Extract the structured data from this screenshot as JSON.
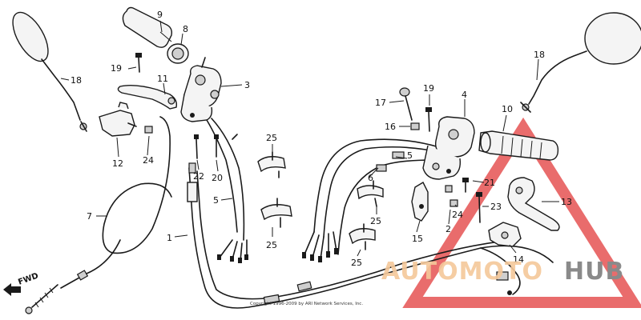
{
  "callouts": [
    {
      "id": "c9",
      "text": "9"
    },
    {
      "id": "c8",
      "text": "8"
    },
    {
      "id": "c19a",
      "text": "19"
    },
    {
      "id": "c18a",
      "text": "18"
    },
    {
      "id": "c11",
      "text": "11"
    },
    {
      "id": "c3",
      "text": "3"
    },
    {
      "id": "c12",
      "text": "12"
    },
    {
      "id": "c24a",
      "text": "24"
    },
    {
      "id": "c22",
      "text": "22"
    },
    {
      "id": "c20",
      "text": "20"
    },
    {
      "id": "c25a",
      "text": "25"
    },
    {
      "id": "c5a",
      "text": "5"
    },
    {
      "id": "c7",
      "text": "7"
    },
    {
      "id": "c1",
      "text": "1"
    },
    {
      "id": "c25b",
      "text": "25"
    },
    {
      "id": "c17",
      "text": "17"
    },
    {
      "id": "c19b",
      "text": "19"
    },
    {
      "id": "c16",
      "text": "16"
    },
    {
      "id": "c4",
      "text": "4"
    },
    {
      "id": "c10",
      "text": "10"
    },
    {
      "id": "c18b",
      "text": "18"
    },
    {
      "id": "c5b",
      "text": "5"
    },
    {
      "id": "c6",
      "text": "6"
    },
    {
      "id": "c21",
      "text": "21"
    },
    {
      "id": "c13",
      "text": "13"
    },
    {
      "id": "c24b",
      "text": "24"
    },
    {
      "id": "c23",
      "text": "23"
    },
    {
      "id": "c25c",
      "text": "25"
    },
    {
      "id": "c15",
      "text": "15"
    },
    {
      "id": "c2",
      "text": "2"
    },
    {
      "id": "c25d",
      "text": "25"
    },
    {
      "id": "c14",
      "text": "14"
    }
  ],
  "direction_label": "FWD",
  "watermark": {
    "part1": "AUTOMOTO",
    "part2": "HUB"
  },
  "copyright": "Copyright 1996-2009 by ARI Network Services, Inc.",
  "colors": {
    "ink": "#1a1a1a",
    "watermark_red": "#e23b3b",
    "watermark_orange": "#f5c89a",
    "watermark_grey": "#8a8a8a"
  }
}
